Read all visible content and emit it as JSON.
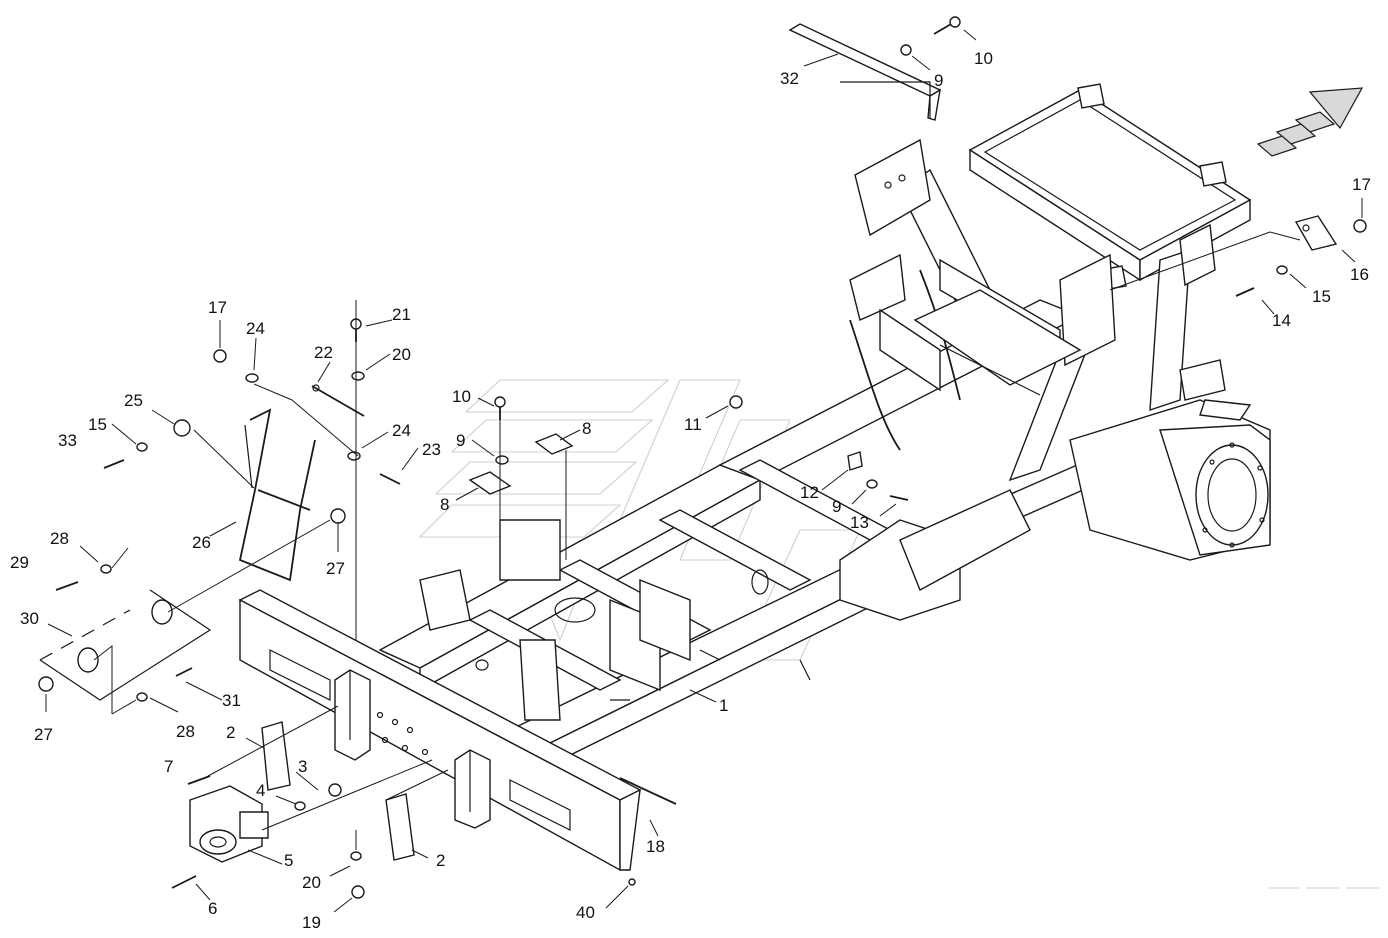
{
  "diagram": {
    "callouts": [
      {
        "id": "c1",
        "text": "1"
      },
      {
        "id": "c2a",
        "text": "2"
      },
      {
        "id": "c2b",
        "text": "2"
      },
      {
        "id": "c3",
        "text": "3"
      },
      {
        "id": "c4",
        "text": "4"
      },
      {
        "id": "c5",
        "text": "5"
      },
      {
        "id": "c6",
        "text": "6"
      },
      {
        "id": "c7",
        "text": "7"
      },
      {
        "id": "c8a",
        "text": "8"
      },
      {
        "id": "c8b",
        "text": "8"
      },
      {
        "id": "c9a",
        "text": "9"
      },
      {
        "id": "c9b",
        "text": "9"
      },
      {
        "id": "c9c",
        "text": "9"
      },
      {
        "id": "c10a",
        "text": "10"
      },
      {
        "id": "c10b",
        "text": "10"
      },
      {
        "id": "c11",
        "text": "11"
      },
      {
        "id": "c12",
        "text": "12"
      },
      {
        "id": "c13",
        "text": "13"
      },
      {
        "id": "c14",
        "text": "14"
      },
      {
        "id": "c15a",
        "text": "15"
      },
      {
        "id": "c15b",
        "text": "15"
      },
      {
        "id": "c16",
        "text": "16"
      },
      {
        "id": "c17a",
        "text": "17"
      },
      {
        "id": "c17b",
        "text": "17"
      },
      {
        "id": "c18",
        "text": "18"
      },
      {
        "id": "c19",
        "text": "19"
      },
      {
        "id": "c20a",
        "text": "20"
      },
      {
        "id": "c20b",
        "text": "20"
      },
      {
        "id": "c21",
        "text": "21"
      },
      {
        "id": "c22",
        "text": "22"
      },
      {
        "id": "c23",
        "text": "23"
      },
      {
        "id": "c24a",
        "text": "24"
      },
      {
        "id": "c24b",
        "text": "24"
      },
      {
        "id": "c25",
        "text": "25"
      },
      {
        "id": "c26",
        "text": "26"
      },
      {
        "id": "c27a",
        "text": "27"
      },
      {
        "id": "c27b",
        "text": "27"
      },
      {
        "id": "c28a",
        "text": "28"
      },
      {
        "id": "c28b",
        "text": "28"
      },
      {
        "id": "c29",
        "text": "29"
      },
      {
        "id": "c30",
        "text": "30"
      },
      {
        "id": "c31",
        "text": "31"
      },
      {
        "id": "c32",
        "text": "32"
      },
      {
        "id": "c33",
        "text": "33"
      },
      {
        "id": "c40",
        "text": "40"
      }
    ],
    "colors": {
      "line": "#1a1a1a",
      "background": "#ffffff",
      "watermark": "#cfcfcf",
      "arrow_fill": "#d9d9d9"
    },
    "icons": {
      "direction": "forward-direction-arrow-icon",
      "watermark": "brand-watermark-logo"
    }
  }
}
